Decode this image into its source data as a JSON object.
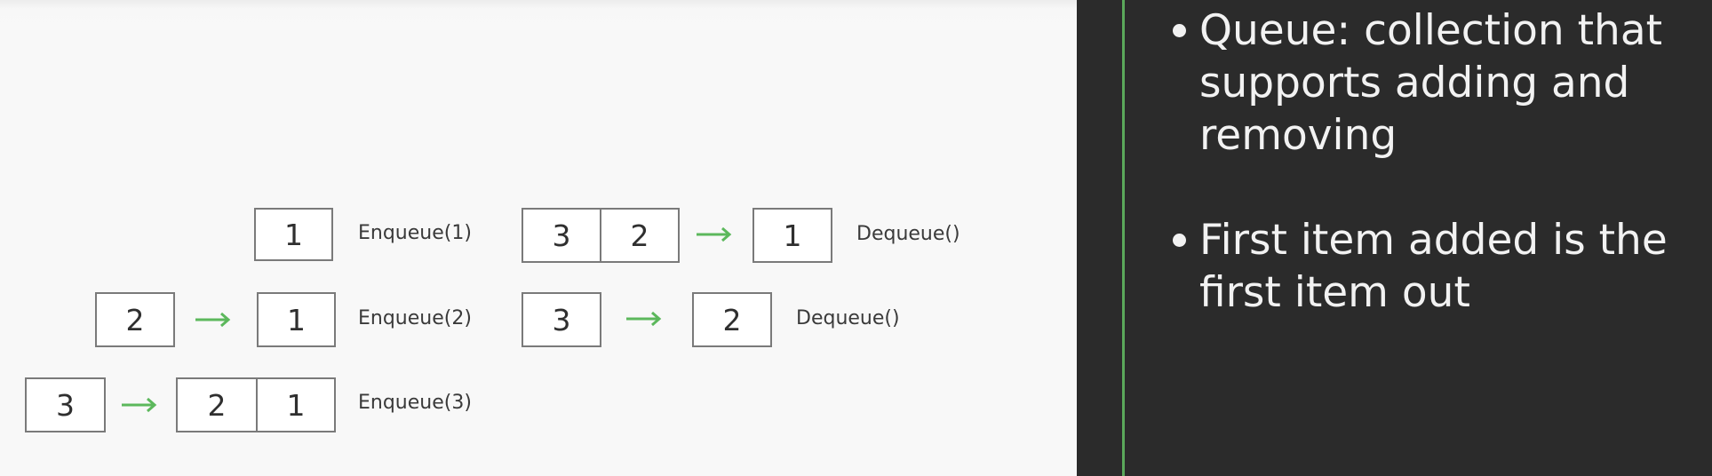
{
  "colors": {
    "arrow": "#5cb85c",
    "accent_line": "#5aa85a"
  },
  "diagram": {
    "enqueue": [
      {
        "label": "Enqueue(1)",
        "incoming": "",
        "queue": [
          "1"
        ]
      },
      {
        "label": "Enqueue(2)",
        "incoming": "2",
        "queue": [
          "1"
        ]
      },
      {
        "label": "Enqueue(3)",
        "incoming": "3",
        "queue": [
          "2",
          "1"
        ]
      }
    ],
    "dequeue": [
      {
        "label": "Dequeue()",
        "remaining": [
          "3",
          "2"
        ],
        "outgoing": "1"
      },
      {
        "label": "Dequeue()",
        "remaining": [
          "3"
        ],
        "outgoing": "2"
      }
    ]
  },
  "slide": {
    "bullets": [
      "Queue: collection that supports adding and removing",
      "First item added is the first item out"
    ]
  }
}
